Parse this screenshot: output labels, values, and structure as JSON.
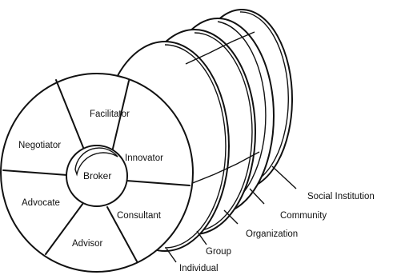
{
  "segments": {
    "facilitator": "Facilitator",
    "negotiator": "Negotiator",
    "innovator": "Innovator",
    "broker": "Broker",
    "advocate": "Advocate",
    "consultant": "Consultant",
    "advisor": "Advisor"
  },
  "levels": {
    "individual": "Individual",
    "group": "Group",
    "organization": "Organization",
    "community": "Community",
    "social_institution": "Social Institution"
  }
}
